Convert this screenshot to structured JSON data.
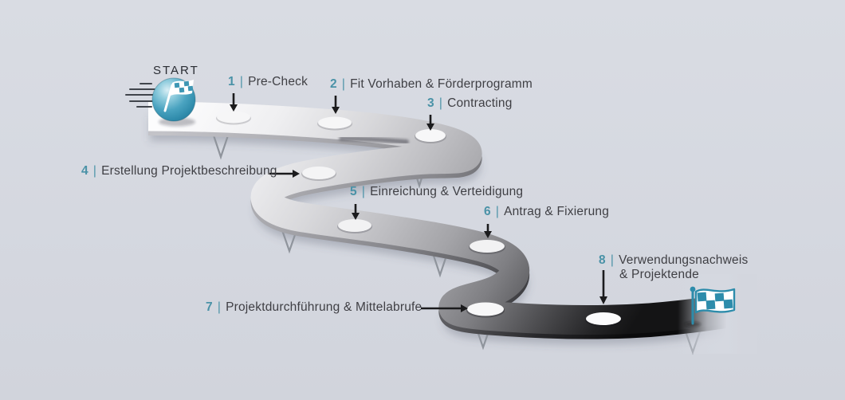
{
  "background": "#d5d8e0",
  "colors": {
    "accent_teal": "#4a92a7",
    "label_text": "#3f3f44",
    "arrow": "#1b1b1d",
    "flag_teal": "#2d8cab",
    "road_light": "#fbfbfc",
    "road_dark": "#161617"
  },
  "start": {
    "label": "START"
  },
  "separator": "|",
  "steps": [
    {
      "num": "1",
      "label": "Pre-Check"
    },
    {
      "num": "2",
      "label": "Fit Vorhaben & Förderprogramm"
    },
    {
      "num": "3",
      "label": "Contracting"
    },
    {
      "num": "4",
      "label": "Erstellung Projektbeschreibung"
    },
    {
      "num": "5",
      "label": "Einreichung & Verteidigung"
    },
    {
      "num": "6",
      "label": "Antrag & Fixierung"
    },
    {
      "num": "7",
      "label": "Projektdurchführung & Mittelabrufe"
    },
    {
      "num": "8",
      "label": "Verwendungsnachweis",
      "label2": "& Projektende"
    }
  ],
  "icons": {
    "start": "start-flag-ball-icon",
    "finish": "checkered-flag-icon"
  }
}
